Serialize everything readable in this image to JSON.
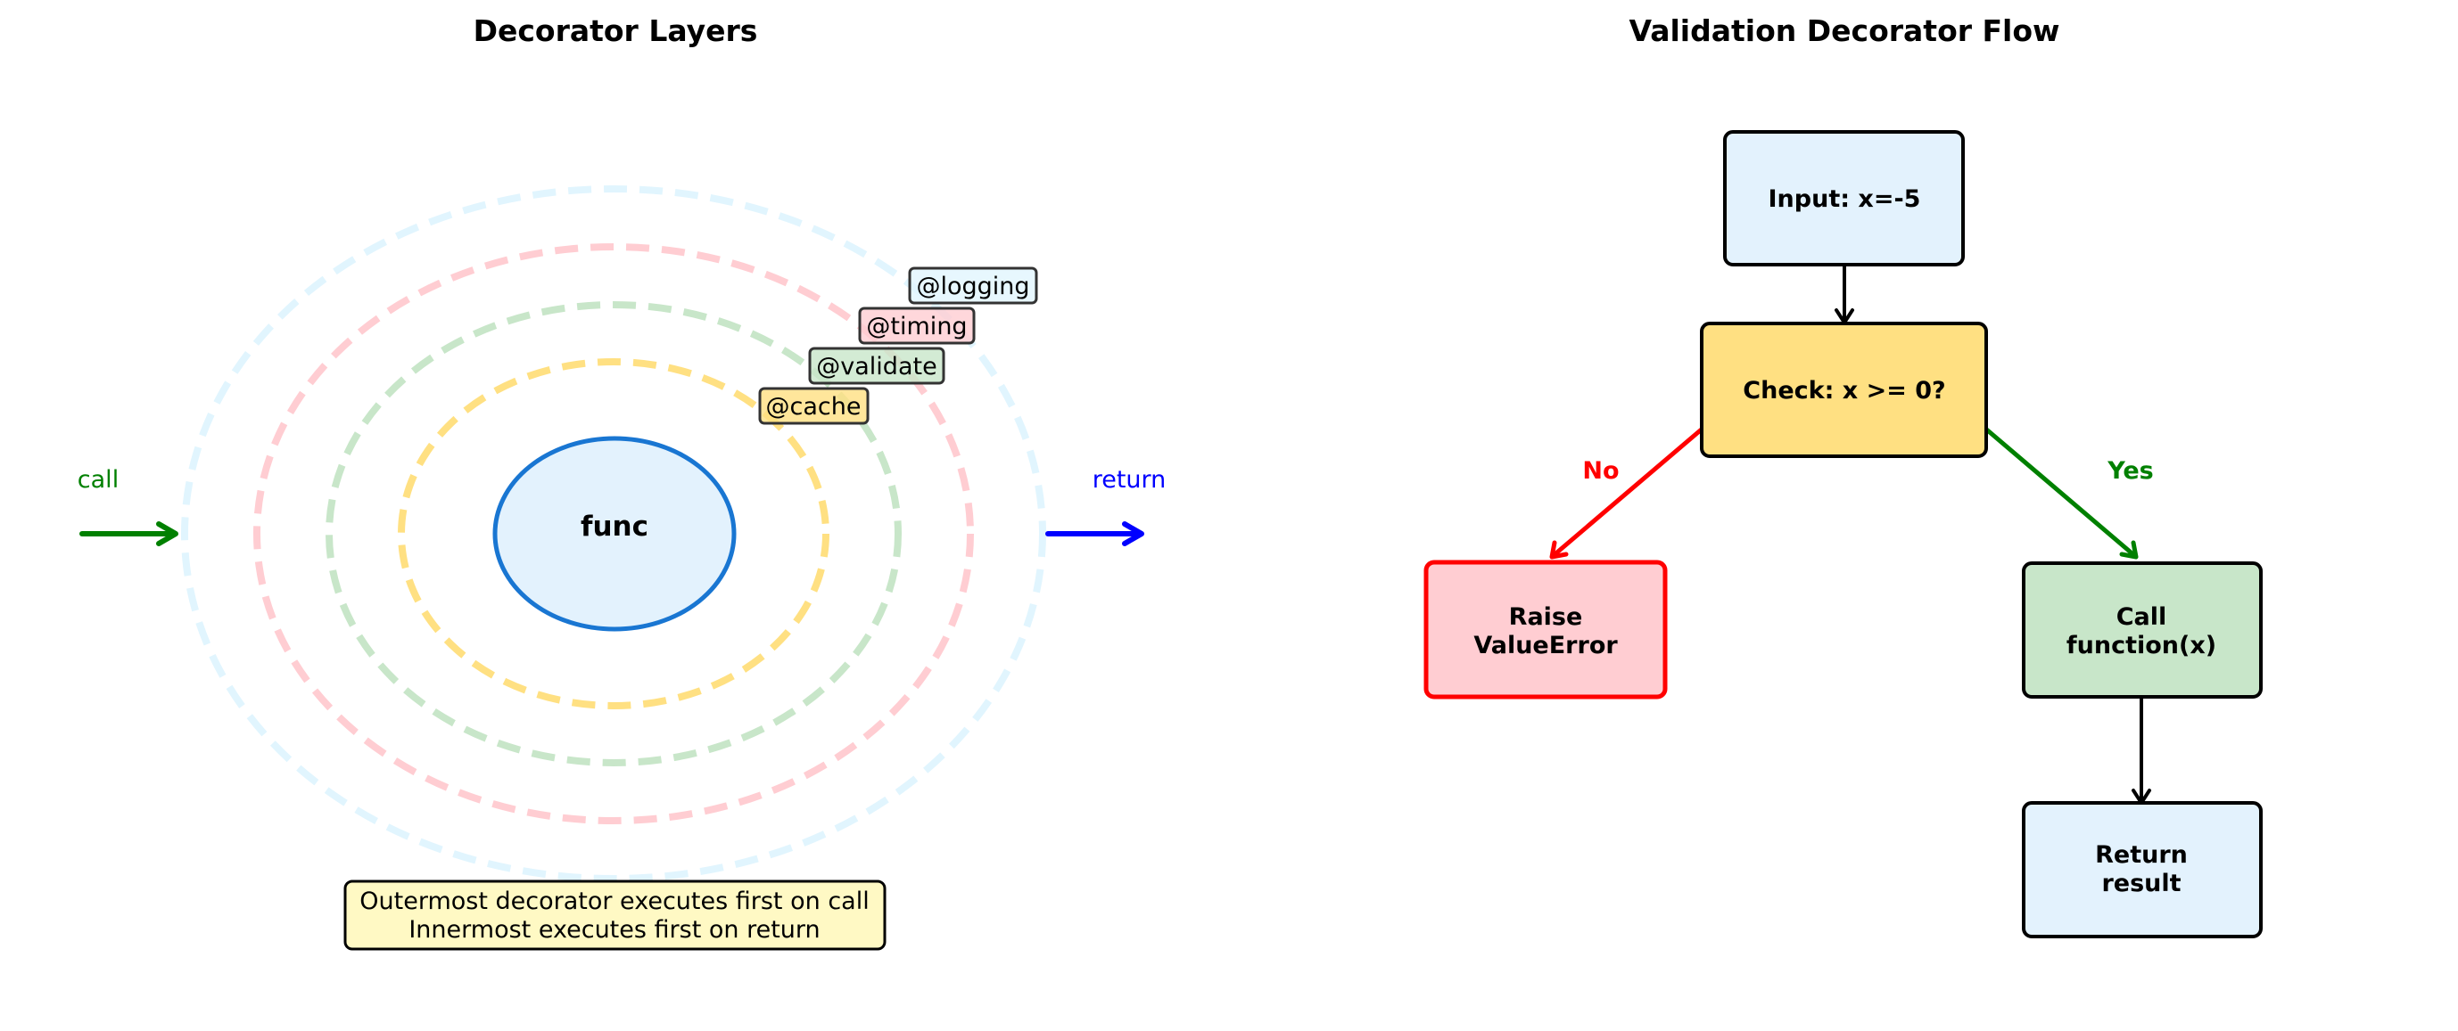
{
  "left_panel": {
    "title": "Decorator Layers",
    "layers": [
      {
        "name": "@logging",
        "ring_color": "#E1F5FE",
        "label_fill": "#E1F5FE"
      },
      {
        "name": "@timing",
        "ring_color": "#FFCDD2",
        "label_fill": "#FFCDD2"
      },
      {
        "name": "@validate",
        "ring_color": "#C8E6C9",
        "label_fill": "#C8E6C9"
      },
      {
        "name": "@cache",
        "ring_color": "#FFE082",
        "label_fill": "#FFE082"
      }
    ],
    "core": {
      "label": "func",
      "fill": "#E3F2FD",
      "stroke": "#1976D2"
    },
    "call": {
      "label": "call",
      "color": "#008000"
    },
    "return": {
      "label": "return",
      "color": "#0000FF"
    },
    "note": {
      "lines": [
        "Outermost decorator executes first on call",
        "Innermost executes first on return"
      ],
      "fill": "#FFF9C4"
    }
  },
  "right_panel": {
    "title": "Validation Decorator Flow",
    "nodes": [
      {
        "id": "input",
        "lines": [
          "Input: x=-5"
        ],
        "fill": "#E3F2FD",
        "stroke": "#000000"
      },
      {
        "id": "check",
        "lines": [
          "Check: x >= 0?"
        ],
        "fill": "#FFE082",
        "stroke": "#000000"
      },
      {
        "id": "raise",
        "lines": [
          "Raise",
          "ValueError"
        ],
        "fill": "#FFCDD2",
        "stroke": "#FF0000"
      },
      {
        "id": "call",
        "lines": [
          "Call",
          "function(x)"
        ],
        "fill": "#C8E6C9",
        "stroke": "#000000"
      },
      {
        "id": "return",
        "lines": [
          "Return",
          "result"
        ],
        "fill": "#E3F2FD",
        "stroke": "#000000"
      }
    ],
    "edges": [
      {
        "from": "input",
        "to": "check",
        "label": "",
        "color": "#000000"
      },
      {
        "from": "check",
        "to": "raise",
        "label": "No",
        "color": "#FF0000"
      },
      {
        "from": "check",
        "to": "call",
        "label": "Yes",
        "color": "#008000"
      },
      {
        "from": "call",
        "to": "return",
        "label": "",
        "color": "#000000"
      }
    ]
  }
}
